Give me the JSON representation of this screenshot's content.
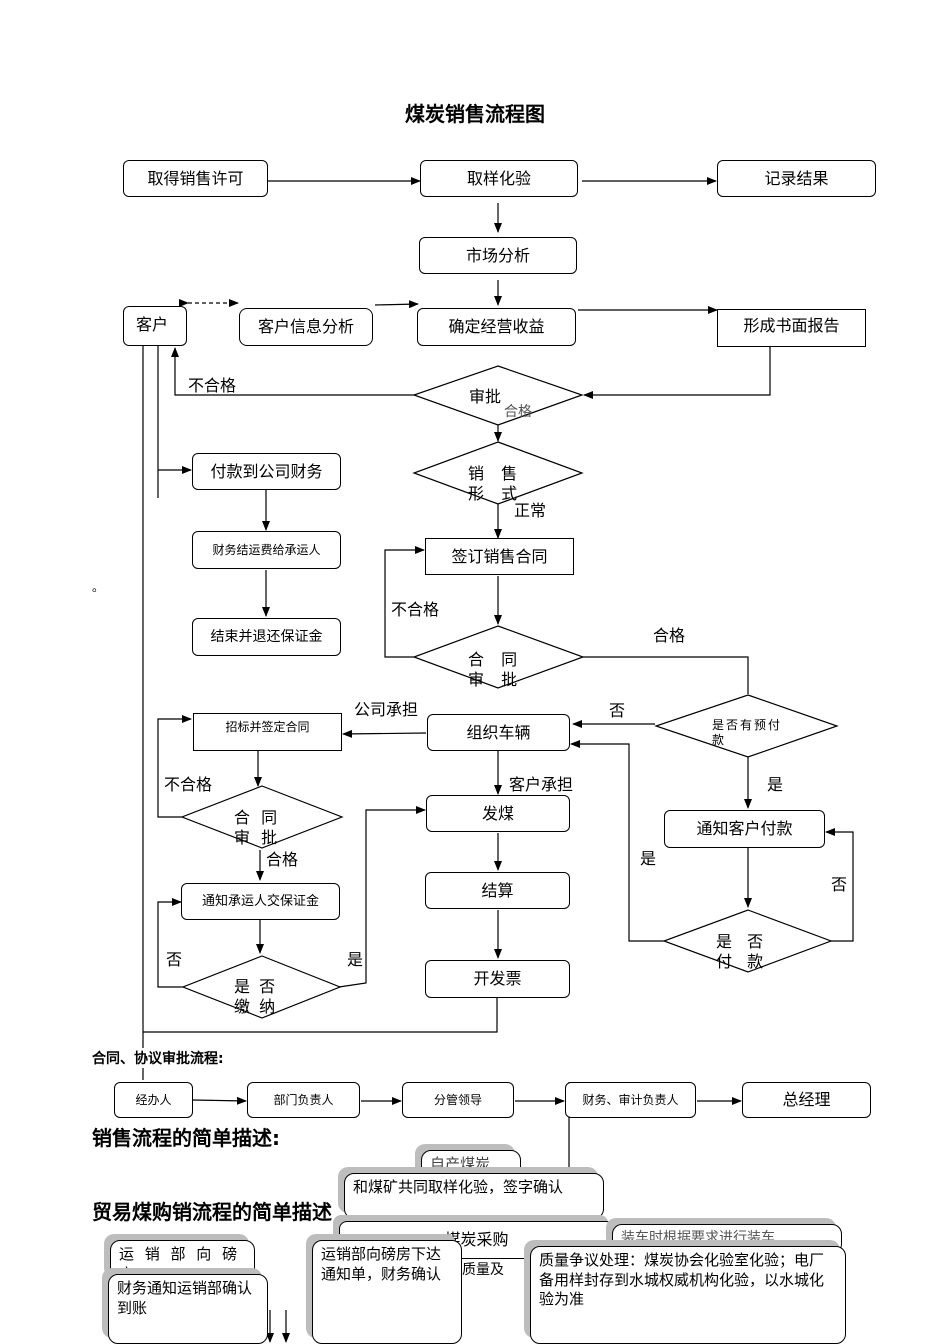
{
  "title": "煤炭销售流程图",
  "nodes": {
    "obtain_license": "取得销售许可",
    "sampling": "取样化验",
    "record_result": "记录结果",
    "market_analysis": "市场分析",
    "customer": "客户",
    "customer_info": "客户信息分析",
    "confirm_profit": "确定经营收益",
    "written_report": "形成书面报告",
    "approval": "审批",
    "approval_overlap": "合格",
    "sales_form": "销 售 形 式",
    "pay_finance": "付款到公司财务",
    "finance_settle": "财务结运费给承运人",
    "finish_refund": "结束并退还保证金",
    "sign_contract": "签订销售合同",
    "contract_review_1": "合 同 审 批",
    "prepaid_check": "是否有预付款",
    "tender_contract": "招标并签定合同",
    "organize_vehicles": "组织车辆",
    "contract_review_2": "合 同 审 批",
    "ship_coal": "发煤",
    "notify_customer": "通知客户付款",
    "notify_carrier": "通知承运人交保证金",
    "settlement": "结算",
    "paid_check": "是 否 付 款",
    "deposit_check": "是 否 缴 纳",
    "invoice": "开发票"
  },
  "labels": {
    "unqualified_1": "不合格",
    "normal": "正常",
    "unqualified_2": "不合格",
    "qualified_1": "合格",
    "company_bears": "公司承担",
    "no_1": "否",
    "customer_bears": "客户承担",
    "yes_1": "是",
    "unqualified_3": "不合格",
    "qualified_2": "合格",
    "yes_2": "是",
    "no_2": "否",
    "no_3": "否",
    "yes_3": "是",
    "dot": "。"
  },
  "approval_process": {
    "heading": "合同、协议审批流程:",
    "steps": [
      "经办人",
      "部门负责人",
      "分管领导",
      "财务、审计负责人",
      "总经理"
    ]
  },
  "sales_desc_heading": "销售流程的简单描述:",
  "trade_desc_heading": "贸易煤购销流程的简单描述",
  "bottom_fragments": {
    "self_coal": "自产煤炭",
    "sampling_text": "和煤矿共同取样化验，签字确认",
    "coal_purchase": "煤炭采购",
    "scale_room": "运 销 部 向 磅 房",
    "finance_notify": "财务通知运销部确认到账",
    "issue_notice": "运销部向磅房下达通知单，财务确认",
    "quality_partial": "质量及",
    "dispute": "质量争议处理：煤炭协会化验室化验；电厂备用样封存到水城权威机构化验，以水城化验为准",
    "loading_partial": "装车时根据要求进行装车"
  }
}
